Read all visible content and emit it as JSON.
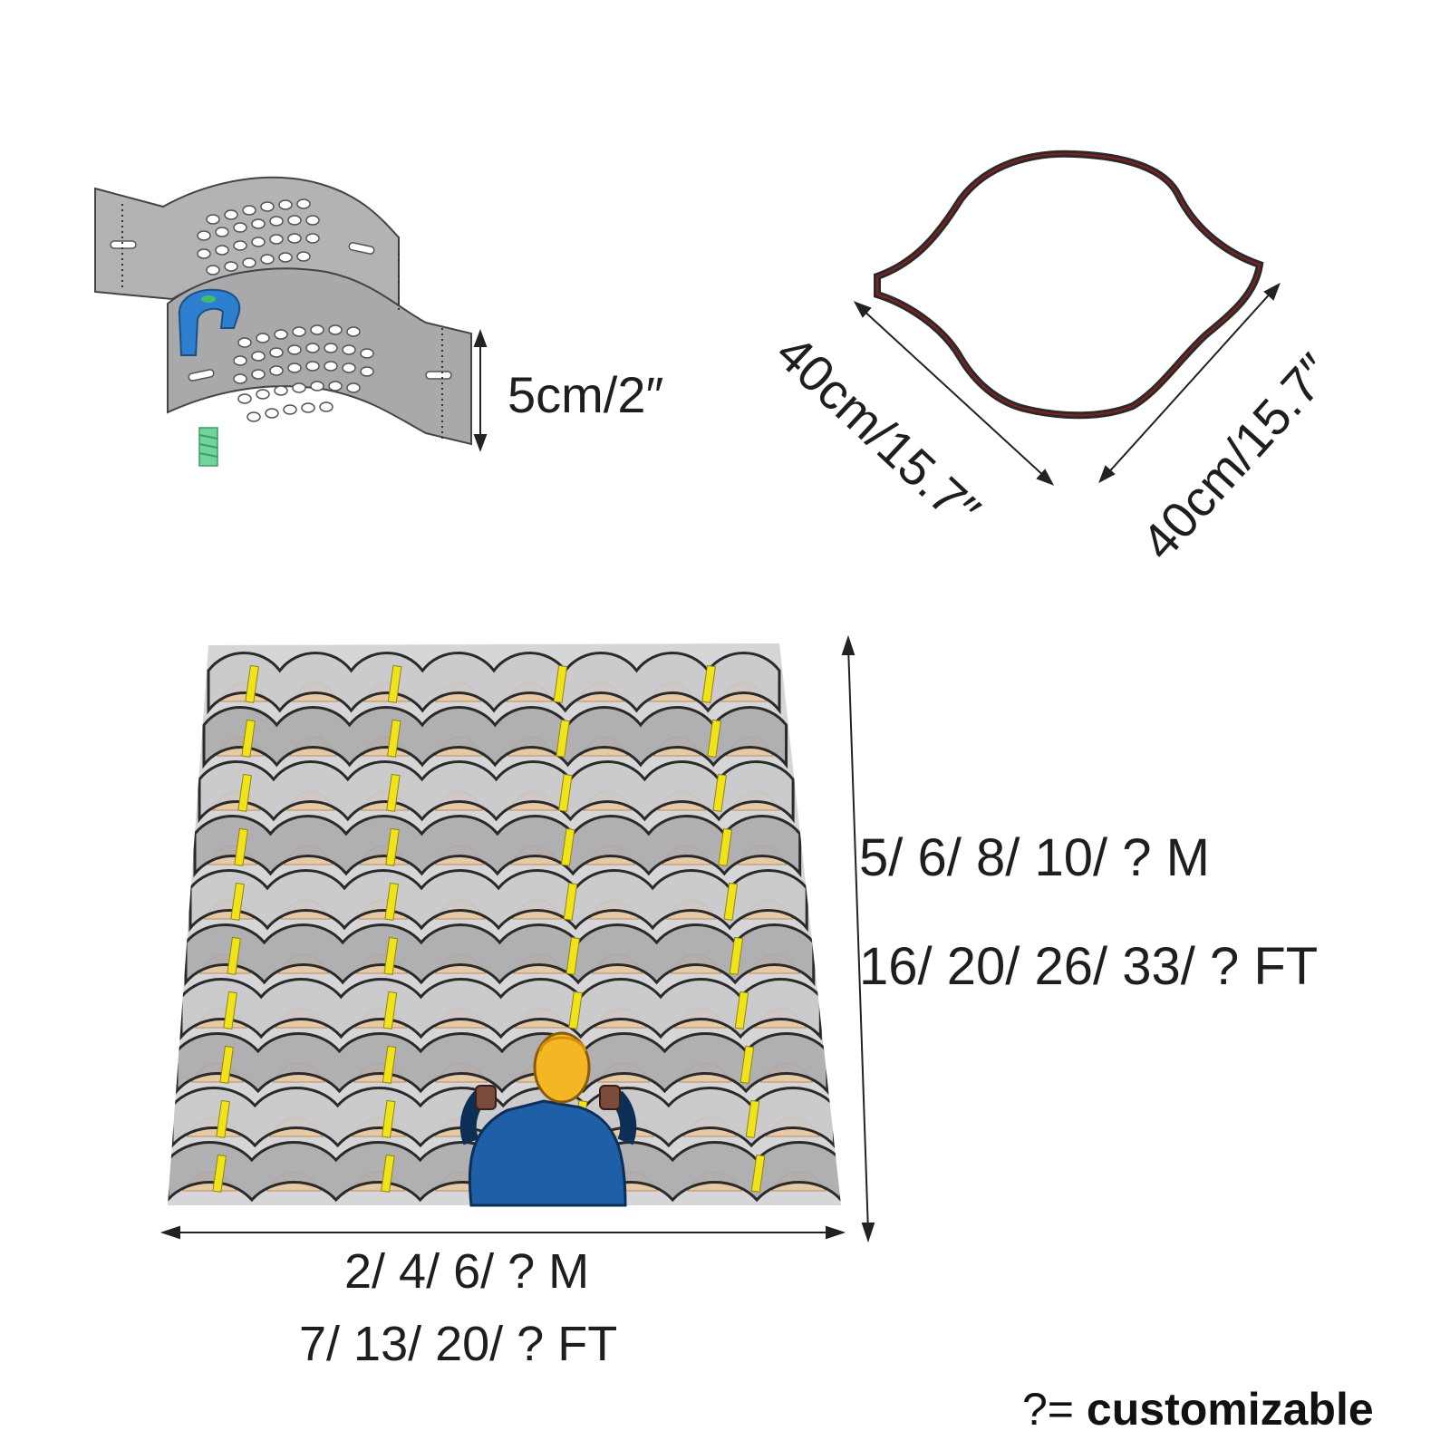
{
  "strip_detail": {
    "height_label": "5cm/2″"
  },
  "cell_detail": {
    "side_a_label": "40cm/15.7″",
    "side_b_label": "40cm/15.7″"
  },
  "grid_illustration": {
    "length_m": "5/ 6/ 8/ 10/ ? M",
    "length_ft": "16/ 20/ 26/ 33/ ? FT",
    "width_m": "2/ 4/ 6/ ? M",
    "width_ft": "7/ 13/ 20/ ? FT"
  },
  "legend": {
    "symbol": "?=",
    "text": "customizable"
  },
  "colors": {
    "panel_gray": "#a9a9ab",
    "panel_light": "#c9c9cb",
    "sand": "#e7c9a6",
    "stake_yellow": "#f2e21a",
    "clip_blue": "#2f7fd0",
    "anchor_green": "#5fc98a",
    "cell_outline_red": "#8a1e1e",
    "worker_blue": "#1e5fa8",
    "helmet_yellow": "#f5b623"
  }
}
